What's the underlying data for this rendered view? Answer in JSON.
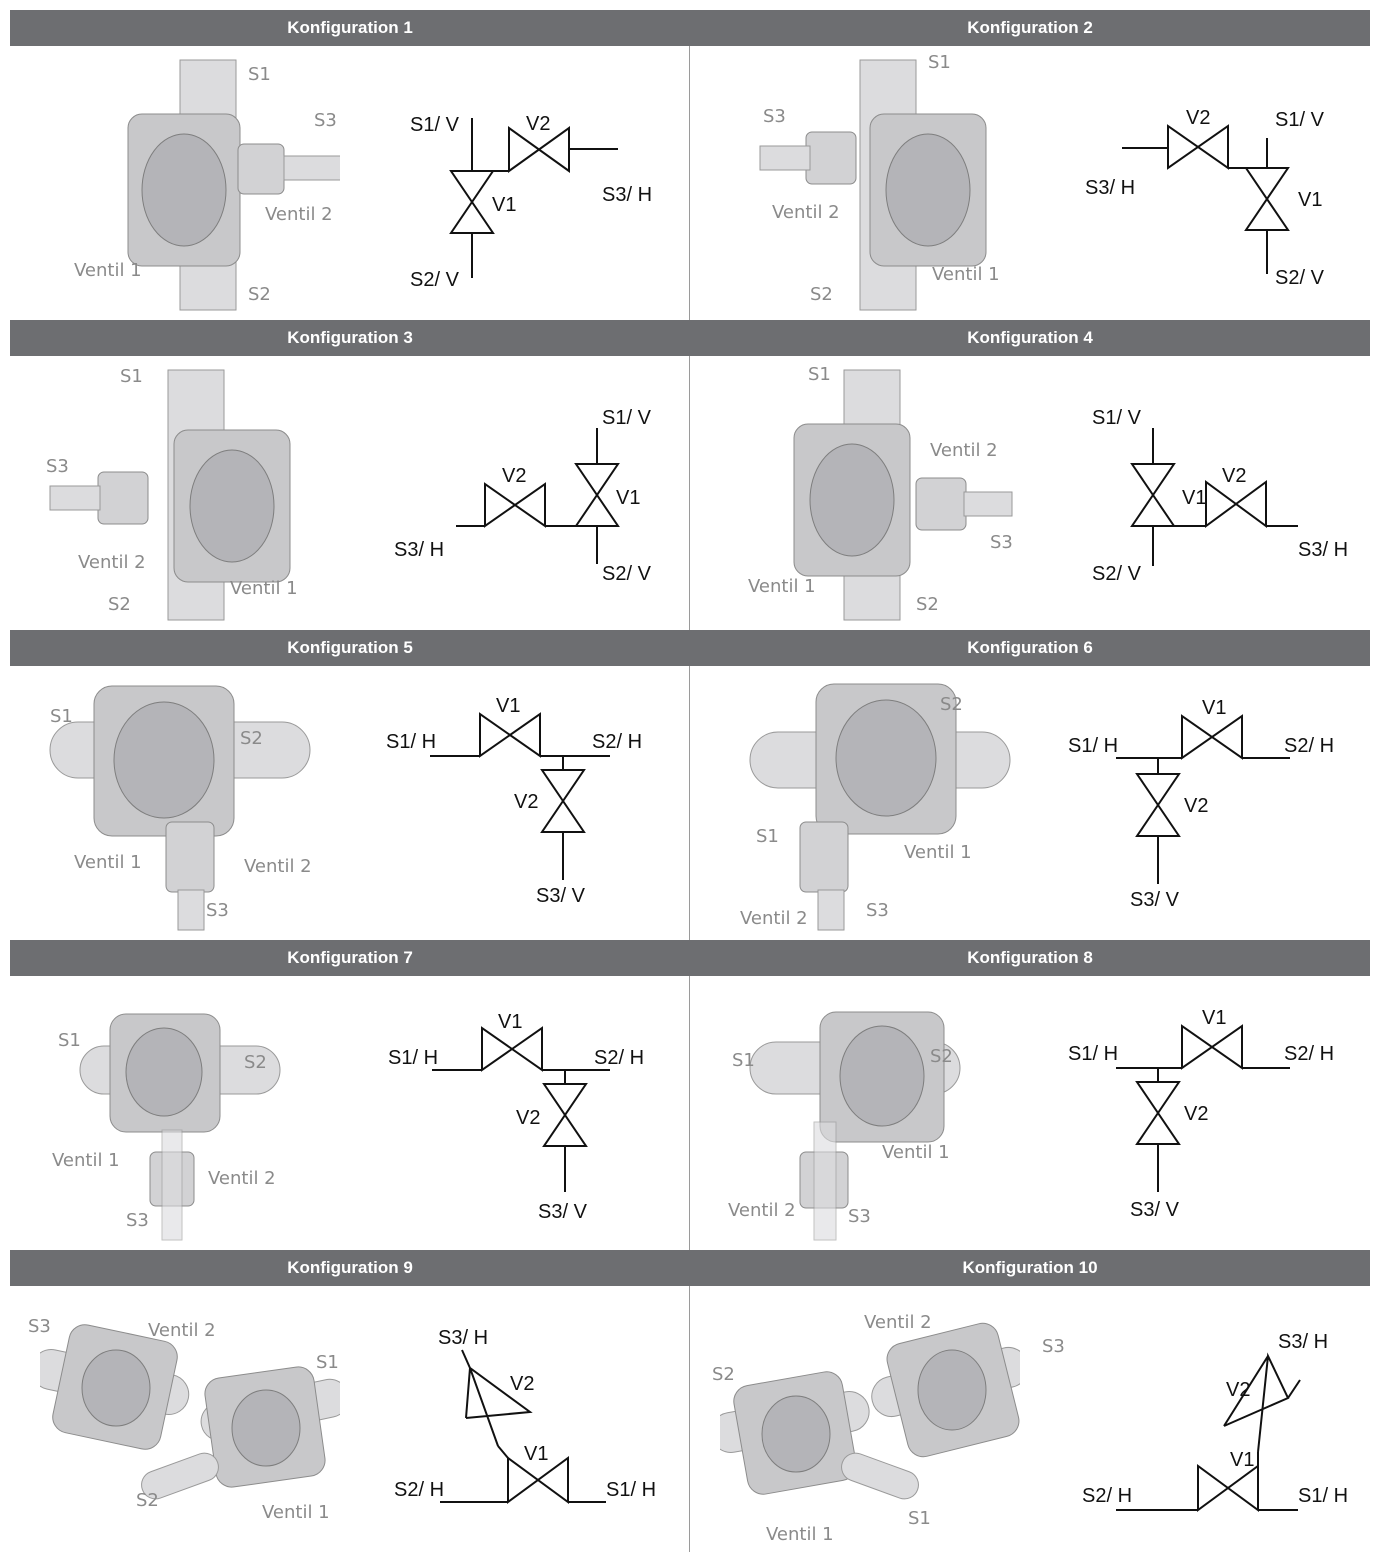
{
  "colors": {
    "header_bg": "#6d6e71",
    "header_text": "#ffffff",
    "label_gray": "#8a8a8a",
    "line": "#111111"
  },
  "configs": [
    {
      "title": "Konfiguration 1",
      "labels": [
        "S1",
        "S3",
        "Ventil 2",
        "Ventil 1",
        "S2"
      ],
      "schema": {
        "a": "S1/ V",
        "b": "S3/ H",
        "c": "S2/ V",
        "v1": "V1",
        "v2": "V2"
      }
    },
    {
      "title": "Konfiguration 2",
      "labels": [
        "S1",
        "S3",
        "Ventil 2",
        "Ventil 1",
        "S2"
      ],
      "schema": {
        "a": "S1/ V",
        "b": "S3/ H",
        "c": "S2/ V",
        "v1": "V1",
        "v2": "V2"
      }
    },
    {
      "title": "Konfiguration 3",
      "labels": [
        "S1",
        "S3",
        "Ventil 2",
        "Ventil 1",
        "S2"
      ],
      "schema": {
        "a": "S1/ V",
        "b": "S3/ H",
        "c": "S2/ V",
        "v1": "V1",
        "v2": "V2"
      }
    },
    {
      "title": "Konfiguration 4",
      "labels": [
        "S1",
        "Ventil 2",
        "S3",
        "Ventil 1",
        "S2"
      ],
      "schema": {
        "a": "S1/ V",
        "b": "S3/ H",
        "c": "S2/ V",
        "v1": "V1",
        "v2": "V2"
      }
    },
    {
      "title": "Konfiguration 5",
      "labels": [
        "S1",
        "S2",
        "Ventil 1",
        "Ventil 2",
        "S3"
      ],
      "schema": {
        "a": "S1/ H",
        "b": "S2/ H",
        "c": "S3/ V",
        "v1": "V1",
        "v2": "V2"
      }
    },
    {
      "title": "Konfiguration 6",
      "labels": [
        "S2",
        "S1",
        "Ventil 1",
        "Ventil 2",
        "S3"
      ],
      "schema": {
        "a": "S1/ H",
        "b": "S2/ H",
        "c": "S3/ V",
        "v1": "V1",
        "v2": "V2"
      }
    },
    {
      "title": "Konfiguration 7",
      "labels": [
        "S1",
        "S2",
        "Ventil 1",
        "Ventil 2",
        "S3"
      ],
      "schema": {
        "a": "S1/ H",
        "b": "S2/ H",
        "c": "S3/ V",
        "v1": "V1",
        "v2": "V2"
      }
    },
    {
      "title": "Konfiguration 8",
      "labels": [
        "S1",
        "S2",
        "Ventil 1",
        "Ventil 2",
        "S3"
      ],
      "schema": {
        "a": "S1/ H",
        "b": "S2/ H",
        "c": "S3/ V",
        "v1": "V1",
        "v2": "V2"
      }
    },
    {
      "title": "Konfiguration 9",
      "labels": [
        "S3",
        "Ventil 2",
        "S1",
        "S2",
        "Ventil 1"
      ],
      "schema": {
        "a": "S3/ H",
        "b": "S2/ H",
        "c": "S1/ H",
        "v1": "V1",
        "v2": "V2"
      }
    },
    {
      "title": "Konfiguration 10",
      "labels": [
        "Ventil 2",
        "S3",
        "S2",
        "S1",
        "Ventil 1"
      ],
      "schema": {
        "a": "S3/ H",
        "b": "S2/ H",
        "c": "S1/ H",
        "v1": "V1",
        "v2": "V2"
      }
    }
  ]
}
